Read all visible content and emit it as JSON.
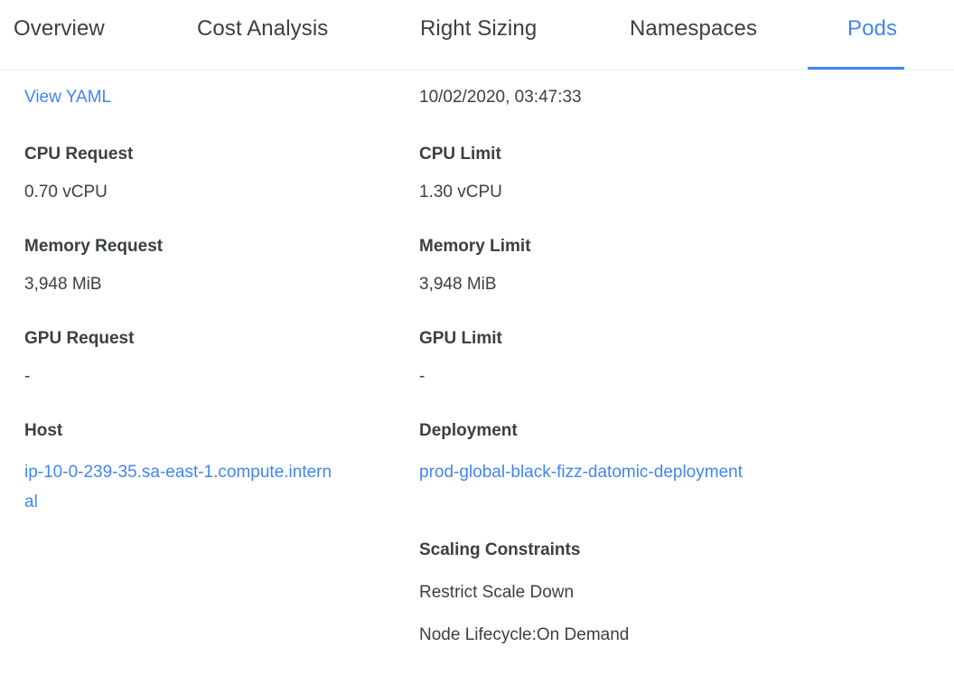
{
  "tabs": [
    {
      "id": "overview",
      "label": "Overview",
      "active": false
    },
    {
      "id": "cost",
      "label": "Cost Analysis",
      "active": false
    },
    {
      "id": "rightsizing",
      "label": "Right Sizing",
      "active": false
    },
    {
      "id": "namespaces",
      "label": "Namespaces",
      "active": false
    },
    {
      "id": "pods",
      "label": "Pods",
      "active": true
    }
  ],
  "colors": {
    "accent": "#4285f4",
    "text": "#3c4043",
    "divider": "#ececec",
    "background": "#ffffff"
  },
  "left_column": {
    "view_yaml_link": "View YAML",
    "cpu_request": {
      "label": "CPU Request",
      "value": "0.70 vCPU"
    },
    "memory_request": {
      "label": "Memory Request",
      "value": "3,948 MiB"
    },
    "gpu_request": {
      "label": "GPU Request",
      "value": "-"
    },
    "host": {
      "label": "Host",
      "value": "ip-10-0-239-35.sa-east-1.compute.internal"
    }
  },
  "right_column": {
    "timestamp": "10/02/2020, 03:47:33",
    "cpu_limit": {
      "label": "CPU Limit",
      "value": "1.30 vCPU"
    },
    "memory_limit": {
      "label": "Memory Limit",
      "value": "3,948 MiB"
    },
    "gpu_limit": {
      "label": "GPU Limit",
      "value": "-"
    },
    "deployment": {
      "label": "Deployment",
      "value": "prod-global-black-fizz-datomic-deployment"
    },
    "scaling_constraints": {
      "label": "Scaling Constraints",
      "items": [
        "Restrict Scale Down",
        "Node Lifecycle:On Demand"
      ]
    }
  }
}
